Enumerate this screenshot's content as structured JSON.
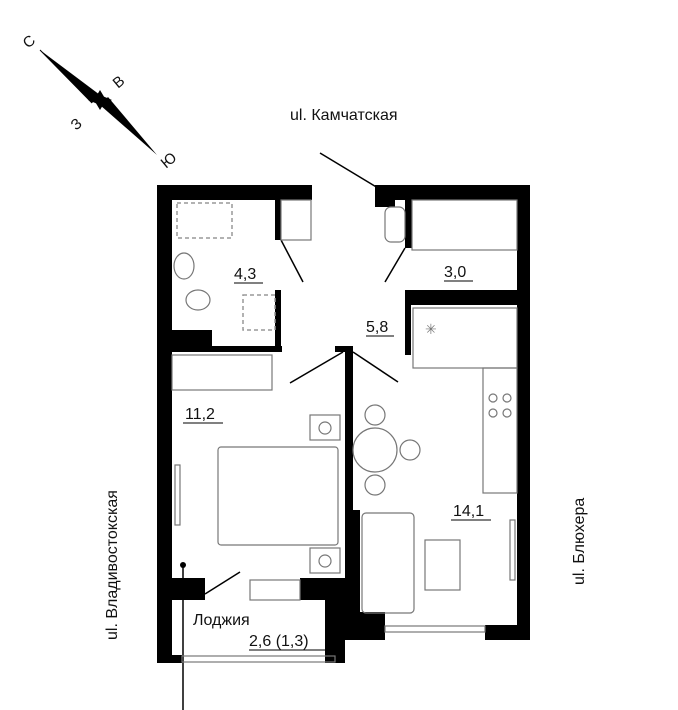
{
  "compass": {
    "north": "С",
    "east": "В",
    "west": "З",
    "south": "Ю"
  },
  "streets": {
    "top": "ul. Камчатская",
    "left": "ul. Владивостокская",
    "right": "ul. Блюхера"
  },
  "rooms": {
    "bathroom": "4,3",
    "wardrobe": "3,0",
    "hall": "5,8",
    "bedroom": "11,2",
    "living_kitchen": "14,1",
    "loggia_name": "Лоджия",
    "loggia_area": "2,6 (1,3)"
  }
}
